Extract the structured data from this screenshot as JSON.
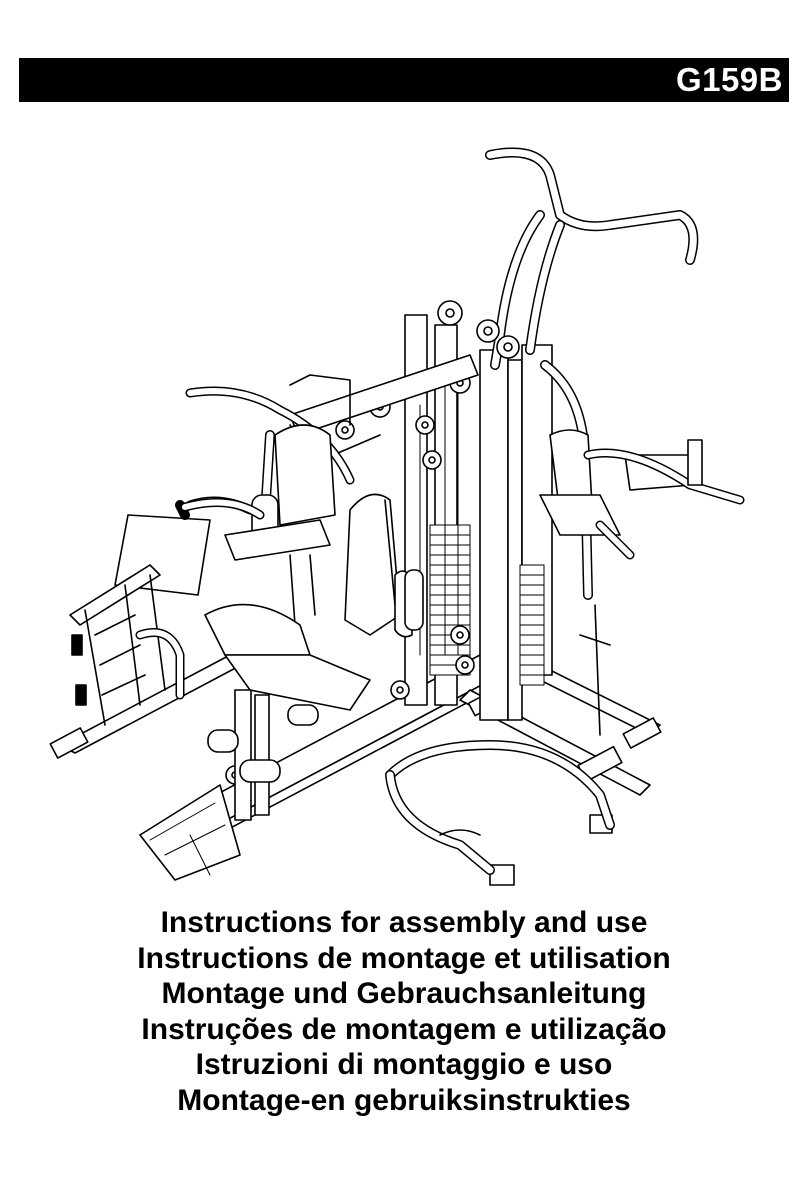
{
  "header": {
    "model_code": "G159B",
    "bar_color": "#000000",
    "text_color": "#ffffff"
  },
  "illustration": {
    "subject": "multi-station home gym equipment line drawing",
    "icon": "gym-machine-icon"
  },
  "titles": [
    "Instructions for assembly and use",
    "Instructions de montage et utilisation",
    "Montage und Gebrauchsanleitung",
    "Instruções de montagem e utilização",
    "Istruzioni di montaggio e uso",
    "Montage-en gebruiksinstrukties"
  ]
}
